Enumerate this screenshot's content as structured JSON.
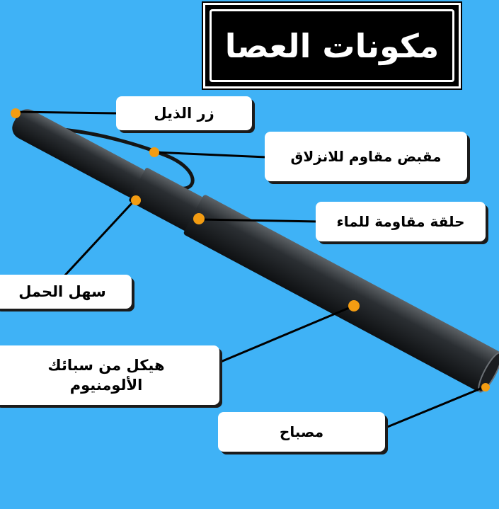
{
  "title": "مكونات العصا",
  "labels": {
    "tail_button": "زر الذيل",
    "grip": "مقبض مقاوم للانزلاق",
    "ring": "حلقة مقاومة للماء",
    "carry": "سهل الحمل",
    "body": "هيكل من سبائك الألومنيوم",
    "lamp": "مصباح"
  },
  "colors": {
    "background": "#3fb2f6",
    "marker": "#f39c12",
    "baton": "#232629"
  }
}
